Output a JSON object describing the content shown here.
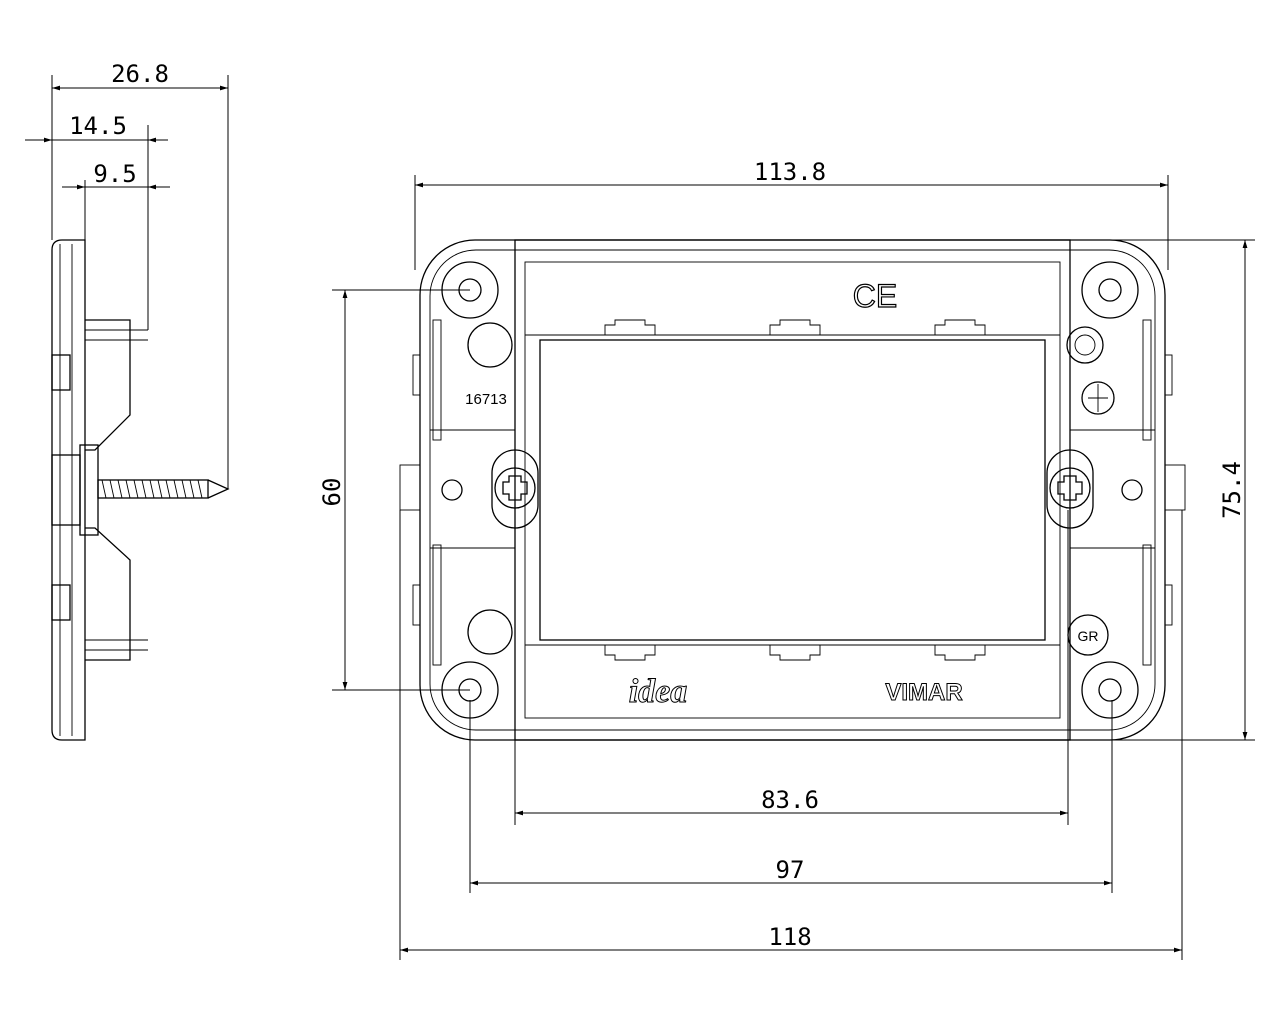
{
  "drawing": {
    "side_view": {
      "dims": {
        "total_depth": "26.8",
        "mid_depth": "14.5",
        "inner_depth": "9.5"
      }
    },
    "front_view": {
      "dims": {
        "outer_width": "113.8",
        "outer_height": "75.4",
        "hole_spacing_vertical": "60",
        "screw_spacing": "83.6",
        "hole_spacing_horizontal": "97",
        "overall_width": "118"
      },
      "markings": {
        "part_number": "16713",
        "ce_mark": "CE",
        "gr_mark": "GR",
        "series_logo": "idea",
        "brand": "VIMAR"
      }
    }
  }
}
